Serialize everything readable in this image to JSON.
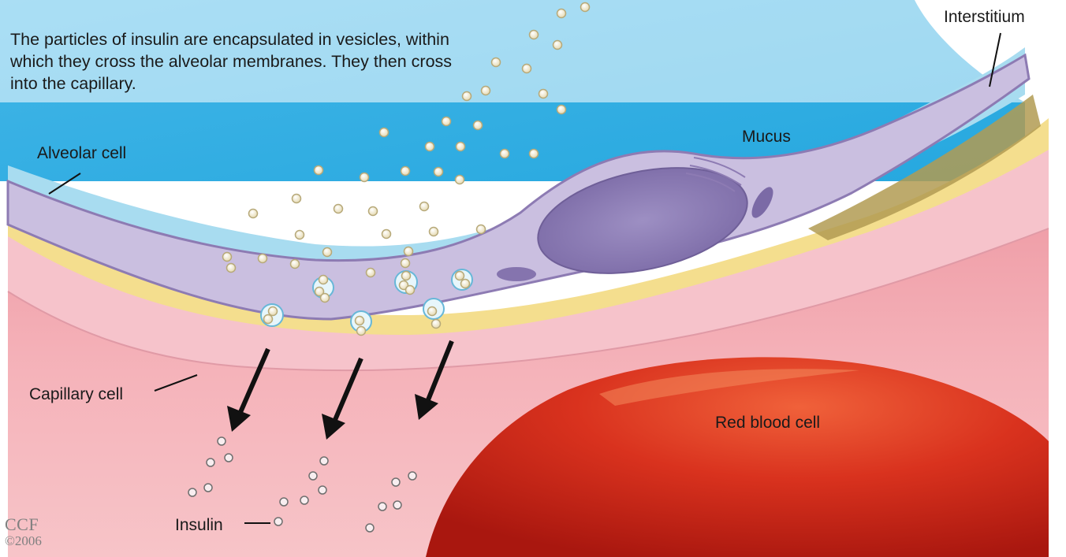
{
  "caption": "The particles of insulin are encapsulated in vesicles, within which they cross the alveolar membranes. They then cross into the capillary.",
  "labels": {
    "interstitium": "Interstitium",
    "mucus": "Mucus",
    "alveolar_cell": "Alveolar cell",
    "capillary_cell": "Capillary cell",
    "red_blood_cell": "Red blood cell",
    "insulin": "Insulin"
  },
  "credit": {
    "org": "CCF",
    "year": "©2006"
  },
  "colors": {
    "airspace": "#3fb6e6",
    "mucus": "#a9dcef",
    "alveolar_cell": "#c8bedf",
    "nucleus": "#8f80b5",
    "basement_membrane": "#f2dc8a",
    "capillary_cell": "#f3b9c2",
    "blood_plasma": "#f2a3ad",
    "red_blood_cell": "#d8301e",
    "arrow": "#111111"
  },
  "icons": [
    "insulin-particle-icon",
    "vesicle-icon",
    "arrow-icon"
  ]
}
